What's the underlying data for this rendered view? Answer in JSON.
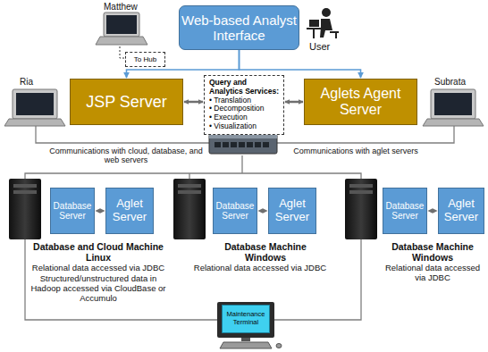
{
  "diagram": {
    "nodes": [
      {
        "text": [
          "Web-based Analyst Interface"
        ]
      },
      {
        "text": [
          "To Hub"
        ]
      },
      {
        "text": [
          "JSP Server"
        ]
      },
      {
        "text": [
          "Query and Analytics Services:",
          "• Translation",
          "• Decomposition",
          "• Execution",
          "• Visualization"
        ]
      },
      {
        "text": [
          "Aglets Agent Server"
        ]
      },
      {
        "text": [
          "Database Server"
        ]
      },
      {
        "text": [
          "Aglet Server"
        ]
      },
      {
        "text": [
          "Database Server"
        ]
      },
      {
        "text": [
          "Aglet Server"
        ]
      },
      {
        "text": [
          "Database Server"
        ]
      },
      {
        "text": [
          "Aglet Server"
        ]
      },
      {
        "text": [
          "Maintenance Terminal"
        ]
      }
    ],
    "edges": [
      {
        "from": 0,
        "to": 2,
        "arrow": "to"
      },
      {
        "from": 0,
        "to": 4,
        "arrow": "to"
      },
      {
        "from": 2,
        "to": 3,
        "arrow": "both"
      },
      {
        "from": 3,
        "to": 4,
        "arrow": "both"
      },
      {
        "from": 5,
        "to": 6,
        "arrow": "both"
      },
      {
        "from": 7,
        "to": 8,
        "arrow": "both"
      },
      {
        "from": 9,
        "to": 10,
        "arrow": "both"
      }
    ],
    "labels": [
      "Matthew",
      "Ria",
      "Subrata",
      "User",
      "Communications with cloud, database, and web servers",
      "Communications with aglet servers",
      "Database and Cloud Machine Linux",
      "Relational data accessed via JDBC",
      "Structured/unstructured data in Hadoop accessed via CloudBase or Accumulo",
      "Database Machine Windows",
      "Relational data accessed via JDBC",
      "Database Machine Windows",
      "Relational data accessed via JDBC"
    ]
  }
}
